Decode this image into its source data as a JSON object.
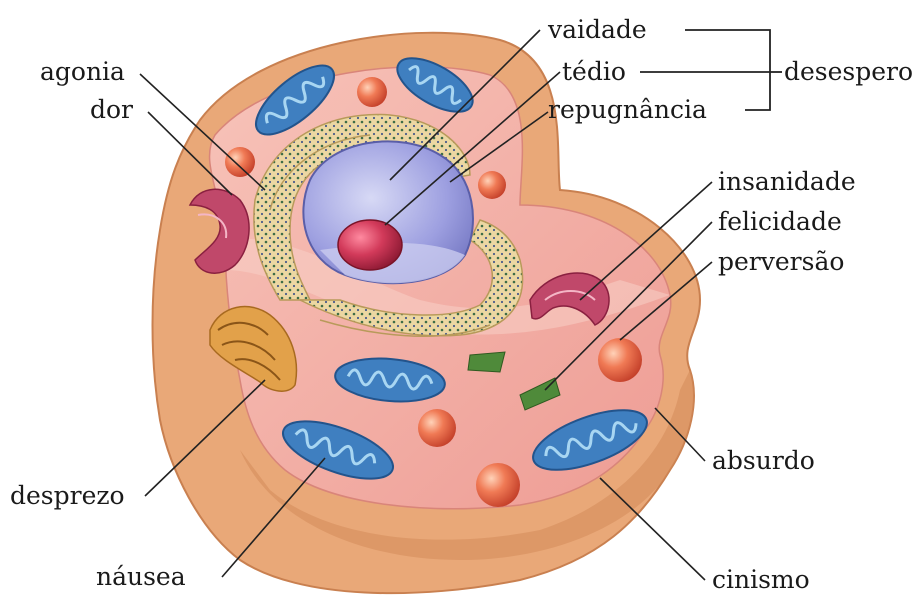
{
  "labels": {
    "vaidade": "vaidade",
    "tedio": "tédio",
    "repugnancia": "repugnância",
    "desespero": "desespero",
    "agonia": "agonia",
    "dor": "dor",
    "insanidade": "insanidade",
    "felicidade": "felicidade",
    "perversao": "perversão",
    "absurdo": "absurdo",
    "desprezo": "desprezo",
    "nausea": "náusea",
    "cinismo": "cinismo"
  },
  "colors": {
    "membrane_outer": "#e9a878",
    "membrane_dark": "#d48a5a",
    "cytoplasm": "#f1a8a0",
    "cytoplasm_light": "#f6c4bb",
    "mitochondria": "#3f7fc0",
    "mitochondria_inner": "#9fd0ee",
    "nucleus": "#8b8fd6",
    "nucleolus": "#c0304f",
    "er": "#e9d29a",
    "golgi": "#c0486a",
    "lysosome": "#e8503a",
    "chloroplast": "#4f8a3a",
    "text": "#1a1a1a"
  }
}
